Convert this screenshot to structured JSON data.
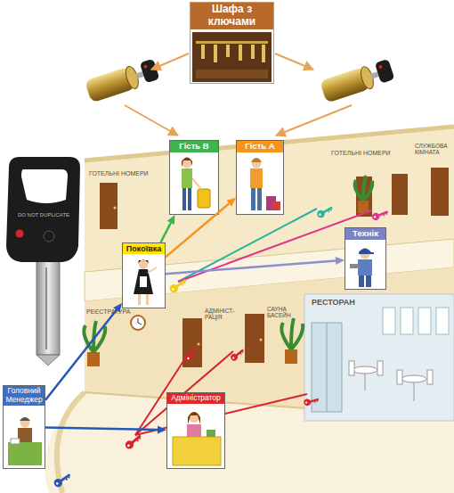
{
  "diagram": {
    "nodes": [
      {
        "text": [
          "Шафа з ключами"
        ]
      },
      {
        "text": [
          "Гість В"
        ]
      },
      {
        "text": [
          "Гість А"
        ]
      },
      {
        "text": [
          "Технік"
        ]
      },
      {
        "text": [
          "Покоївка"
        ]
      },
      {
        "text": [
          "Головний Менеджер"
        ]
      },
      {
        "text": [
          "Адміністратор"
        ]
      }
    ],
    "edges": [
      {
        "from": 5,
        "to": 6,
        "arrow": "to"
      },
      {
        "from": 5,
        "to": 4,
        "arrow": "to"
      },
      {
        "from": 4,
        "to": 1,
        "arrow": "to"
      },
      {
        "from": 4,
        "to": 2,
        "arrow": "to"
      },
      {
        "from": 4,
        "to": 3,
        "arrow": "to"
      }
    ],
    "labels": [
      "ГОТЕЛЬНІ НОМЕРИ",
      "ГОТЕЛЬНІ НОМЕРИ",
      "СЛУЖБОВА КІМНАТА",
      "DO NOT DUPLICATE",
      "РЕЄСТРАТУРА",
      "АДМІНІСТ- РАЦІЯ",
      "САУНА БАСЕЙН",
      "РЕСТОРАН"
    ]
  }
}
